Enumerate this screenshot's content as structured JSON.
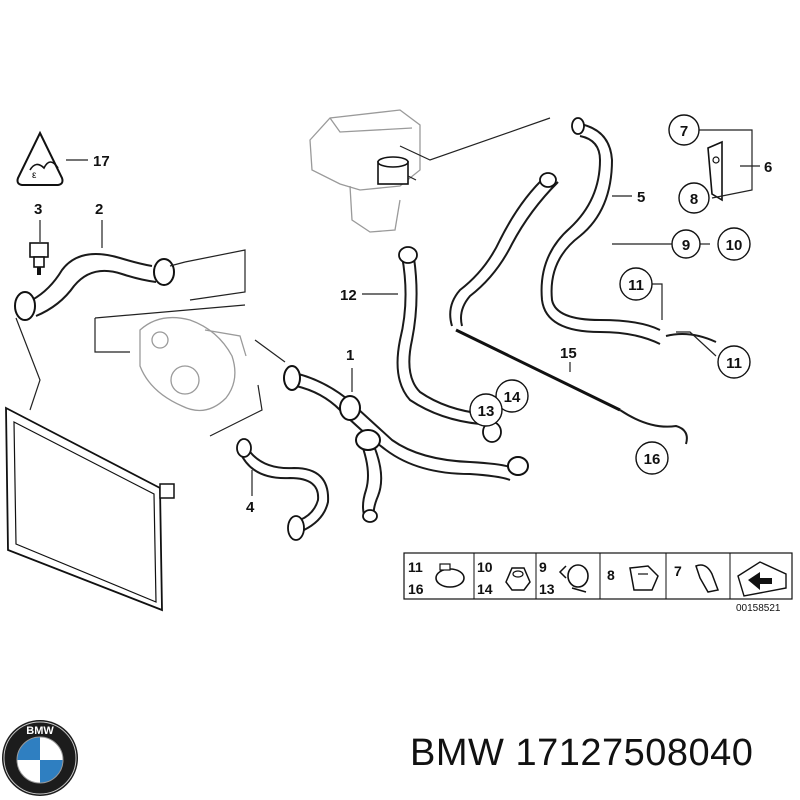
{
  "callouts": {
    "c1": "1",
    "c2": "2",
    "c3": "3",
    "c4": "4",
    "c5": "5",
    "c6": "6",
    "c7": "7",
    "c8": "8",
    "c9": "9",
    "c10": "10",
    "c11a": "11",
    "c11b": "11",
    "c12": "12",
    "c13": "13",
    "c14": "14",
    "c15": "15",
    "c16": "16",
    "c17": "17"
  },
  "legend": {
    "l11": "11",
    "l16": "16",
    "l10": "10",
    "l14": "14",
    "l9": "9",
    "l13": "13",
    "l8": "8",
    "l7": "7"
  },
  "diagram_code": "00158521",
  "brand": {
    "name": "BMW",
    "part_number": "17127508040",
    "logo_letters": "BMW"
  },
  "colors": {
    "logo_blue": "#2f7fc1",
    "logo_ring": "#1c1c1c"
  }
}
